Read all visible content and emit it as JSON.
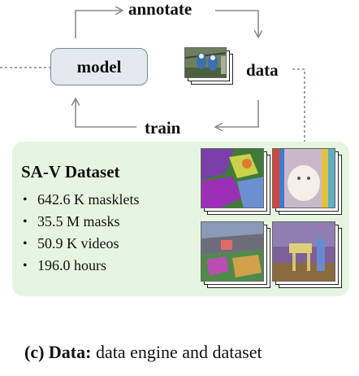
{
  "cycle": {
    "annotate_label": "annotate",
    "model_label": "model",
    "data_label": "data",
    "train_label": "train"
  },
  "dataset": {
    "title": "SA-V Dataset",
    "stats": [
      "642.6 K masklets",
      "35.5 M masks",
      "50.9 K videos",
      "196.0 hours"
    ]
  },
  "caption": {
    "prefix": "(c) Data:",
    "text": " data engine and dataset"
  },
  "colors": {
    "arrow": "#8c8c8c",
    "model_box_fill": "#e4e8ef",
    "model_box_border": "#7b8696",
    "dataset_panel": "#e6f5e0",
    "dotted_link": "#7a8aa0"
  }
}
